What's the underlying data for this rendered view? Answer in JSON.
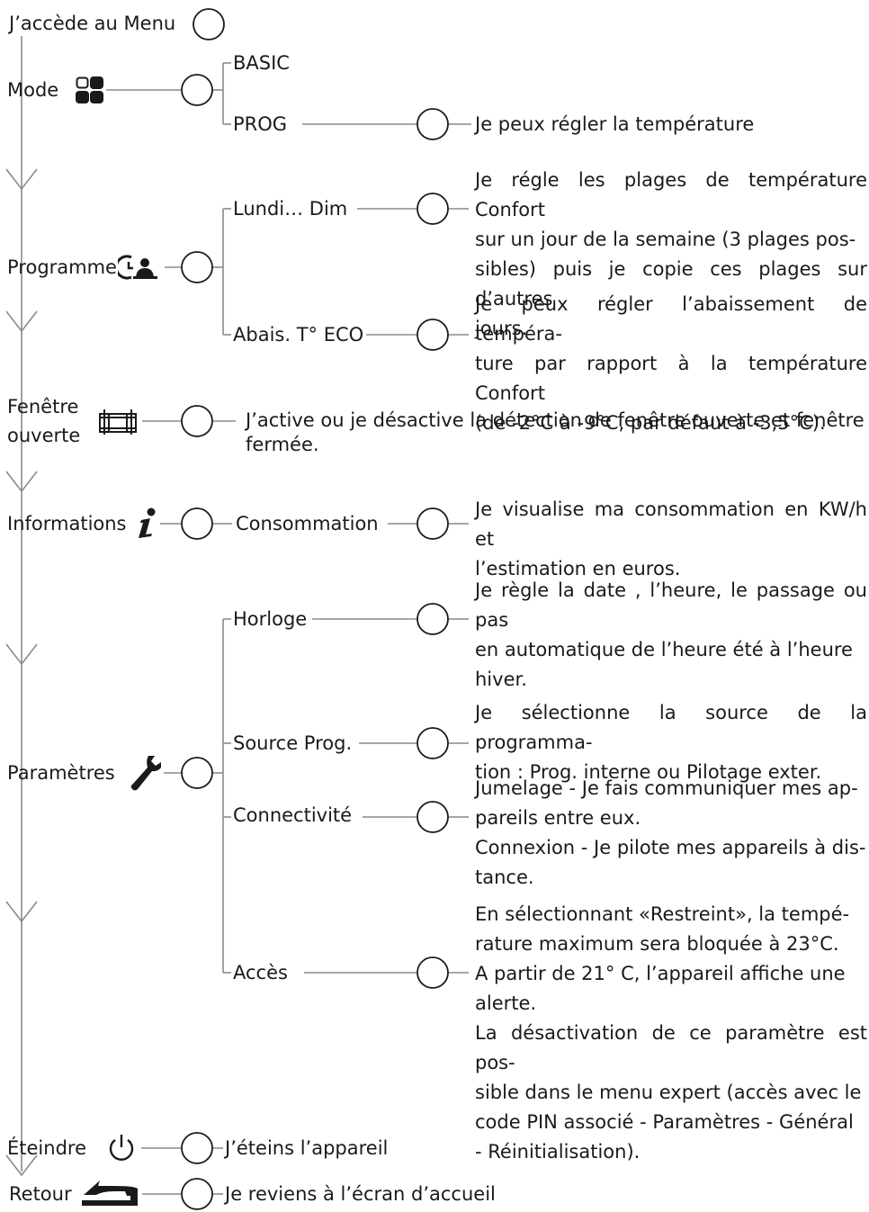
{
  "header": {
    "title": "J’accède au Menu"
  },
  "mode": {
    "label": "Mode",
    "icon": "mode-grid-icon",
    "options": {
      "basic": "BASIC",
      "prog": "PROG"
    },
    "prog_desc": "Je peux régler la température"
  },
  "programme": {
    "label": "Programme",
    "icon": "programme-clock-person-icon",
    "lundi": {
      "label": "Lundi… Dim",
      "desc": [
        "Je régle les plages de température Confort",
        "sur un jour de la semaine  (3 plages pos-",
        "sibles) puis je copie ces plages sur d’autres",
        "jours."
      ]
    },
    "eco": {
      "label": "Abais. T° ECO",
      "desc": [
        "Je peux régler l’abaissement de tempéra-",
        "ture par rapport à la température Confort",
        "(de -2°C à -9°C, par défaut à -3,5°C)."
      ]
    }
  },
  "fenetre": {
    "label_line1": "Fenêtre",
    "label_line2": "ouverte",
    "icon": "window-open-icon",
    "desc_line1": "J’active ou je désactive la détection de fenêtre ouverte et fenêtre",
    "desc_line2": "fermée."
  },
  "informations": {
    "label": "Informations",
    "icon": "info-icon",
    "sub": "Consommation",
    "desc": [
      "Je visualise ma consommation en KW/h et",
      "l’estimation en euros."
    ]
  },
  "parametres": {
    "label": "Paramètres",
    "icon": "wrench-icon",
    "horloge": {
      "label": "Horloge",
      "desc": [
        "Je règle la date , l’heure, le passage ou pas",
        "en automatique de l’heure été à l’heure",
        "hiver."
      ]
    },
    "source": {
      "label": "Source Prog.",
      "desc": [
        "Je sélectionne la source de la programma-",
        "tion : Prog. interne ou Pilotage exter."
      ]
    },
    "connectivite": {
      "label": "Connectivité",
      "desc": [
        "Jumelage - Je fais communiquer mes ap-",
        "pareils entre eux.",
        "Connexion - Je pilote mes appareils à dis-",
        "tance."
      ]
    },
    "acces": {
      "label": "Accès",
      "desc": [
        "En sélectionnant «Restreint», la tempé-",
        "rature maximum sera bloquée à 23°C.",
        "A partir de 21° C, l’appareil affiche une",
        "alerte.",
        "La désactivation de ce paramètre est pos-",
        "sible dans le menu expert (accès avec le",
        "code PIN associé - Paramètres - Général",
        "- Réinitialisation)."
      ]
    }
  },
  "eteindre": {
    "label": "Éteindre",
    "icon": "power-icon",
    "desc": "J’éteins  l’appareil"
  },
  "retour": {
    "label": "Retour",
    "icon": "return-arrow-icon",
    "desc": "Je reviens à l’écran d’accueil"
  }
}
